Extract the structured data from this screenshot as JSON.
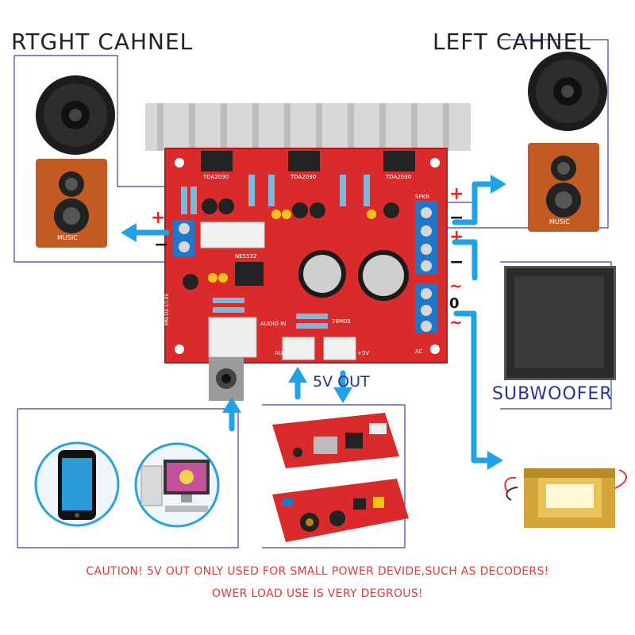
{
  "labels": {
    "right_channel": "RTGHT CAHNEL",
    "left_channel": "LEFT CAHNEL",
    "subwoofer": "SUBWOOFER",
    "five_v_out": "5V OUT",
    "speaker_left_badge": "MUSIC",
    "speaker_right_badge": "MUSIC"
  },
  "board": {
    "chip_left": "TDA2030",
    "chip_mid": "TDA2030",
    "chip_right": "TDA2030",
    "opamp": "NE5532",
    "regulator": "78M05",
    "audio_in": "AUDIO IN",
    "aux": "AUX",
    "plus5v": "+5V",
    "spkr": "SPKR",
    "power": "AC",
    "model": "MM-DX 17.05"
  },
  "polarity": {
    "left_plus": "+",
    "left_minus": "−",
    "rt_plus_1": "+",
    "rt_minus_1": "−",
    "rt_plus_2": "+",
    "rt_minus_2": "−",
    "ac_top": "~",
    "ac_zero": "0",
    "ac_bottom": "~"
  },
  "caution": {
    "line1": "CAUTION!  5V OUT ONLY USED FOR SMALL POWER DEVIDE,SUCH AS DECODERS!",
    "line2": "OWER LOAD USE IS VERY DEGROUS!"
  },
  "colors": {
    "board_red": "#d92b2b",
    "arrow_blue": "#1fa3e6",
    "line_blue": "#3a3fb0",
    "caution_red": "#e03a3a"
  }
}
